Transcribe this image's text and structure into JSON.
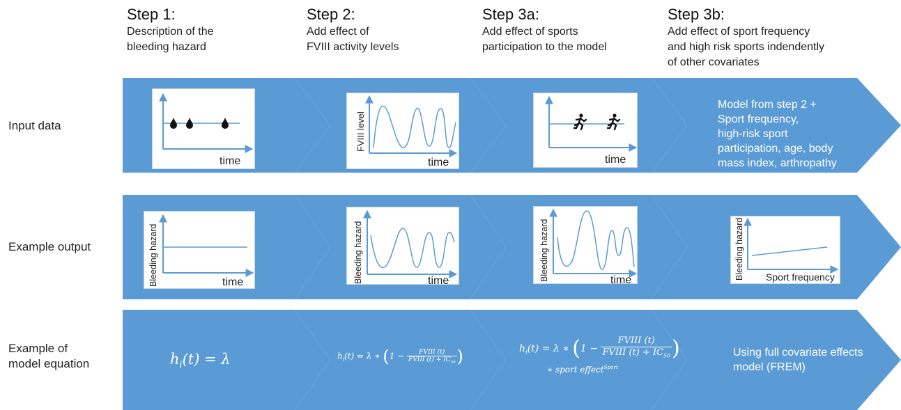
{
  "colors": {
    "chevron": "#5b9bd5",
    "axis": "#5b9bd5",
    "curve": "#5b9bd5",
    "panel_bg": "#ffffff"
  },
  "steps": [
    {
      "title": "Step 1:",
      "description": [
        "Description of the",
        "bleeding hazard"
      ]
    },
    {
      "title": "Step 2:",
      "description": [
        "Add effect of",
        "FVIII activity levels"
      ]
    },
    {
      "title": "Step 3a:",
      "description": [
        "Add effect of sports",
        "participation to the model"
      ]
    },
    {
      "title": "Step 3b:",
      "description": [
        "Add effect of sport frequency",
        "and high risk sports indendently",
        "of other covariates"
      ]
    }
  ],
  "rows": {
    "input": {
      "label": "Input data"
    },
    "output": {
      "label": "Example output"
    },
    "equation": {
      "label": [
        "Example of",
        "model equation"
      ]
    }
  },
  "input_panels": {
    "step1": {
      "xlabel": "time",
      "icon": "blood-drop-icon",
      "drop_count": 3
    },
    "step2": {
      "xlabel": "time",
      "ylabel": "FVIII level"
    },
    "step3a": {
      "xlabel": "time",
      "icon": "runner-icon",
      "runner_count": 2
    },
    "step3b_text": [
      "Model from step 2 +",
      "Sport frequency,",
      "high-risk sport",
      "participation, age, body",
      "mass index, arthropathy"
    ]
  },
  "output_panels": {
    "step1": {
      "xlabel": "time",
      "ylabel": "Bleeding hazard"
    },
    "step2": {
      "xlabel": "time",
      "ylabel": "Bleeding hazard"
    },
    "step3a": {
      "xlabel": "time",
      "ylabel": "Bleeding hazard"
    },
    "step3b": {
      "xlabel": "Sport frequency",
      "ylabel": "Bleeding hazard"
    }
  },
  "equations": {
    "step1": {
      "lhs": "h",
      "sub": "i",
      "arg": "(t) = ",
      "rhs": "λ"
    },
    "step2": {
      "lhs": "h",
      "sub": "i",
      "arg": "(t) = λ ∗ ",
      "one_minus": "1 − ",
      "num": "FVIII (t)",
      "den": "FVIII (t) + IC",
      "den_sub": "50"
    },
    "step3a": {
      "lhs": "h",
      "sub": "i",
      "arg": "(t) = λ ∗ ",
      "one_minus": "1 − ",
      "num": "FVIII (t)",
      "den": "FVIII (t) + IC",
      "den_sub": "50",
      "tail": "∗ sport effect",
      "tail_sup": "Sport"
    },
    "step3b_text": [
      "Using full covariate effects",
      "model (FREM)"
    ]
  }
}
